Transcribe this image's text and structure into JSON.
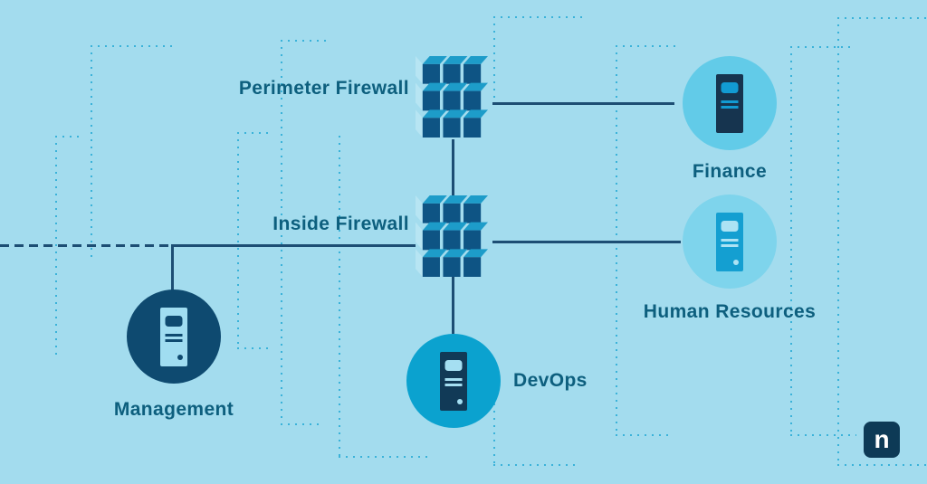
{
  "nodes": {
    "perimeter_firewall": {
      "label": "Perimeter Firewall",
      "type": "firewall"
    },
    "inside_firewall": {
      "label": "Inside Firewall",
      "type": "firewall"
    },
    "finance": {
      "label": "Finance",
      "type": "server"
    },
    "human_resources": {
      "label": "Human Resources",
      "type": "server"
    },
    "devops": {
      "label": "DevOps",
      "type": "server"
    },
    "management": {
      "label": "Management",
      "type": "server"
    }
  },
  "connections": [
    {
      "from": "perimeter_firewall",
      "to": "finance",
      "style": "solid"
    },
    {
      "from": "perimeter_firewall",
      "to": "inside_firewall",
      "style": "solid"
    },
    {
      "from": "inside_firewall",
      "to": "human_resources",
      "style": "solid"
    },
    {
      "from": "inside_firewall",
      "to": "devops",
      "style": "solid"
    },
    {
      "from": "inside_firewall",
      "to": "management",
      "style": "solid"
    },
    {
      "from": "management_trunk",
      "to": "left_edge",
      "style": "dashed"
    }
  ],
  "icons": {
    "firewall": "cube-wall-firewall-icon",
    "server": "server-tower-icon",
    "logo": "ninjaone-n-logo"
  },
  "logo": {
    "text": "n"
  },
  "colors": {
    "background": "#a3dcee",
    "connector_line": "#1d4e74",
    "dotted_guide": "#3ab2d9",
    "label_text": "#0d5f7e",
    "cube_front": "#0e5484",
    "cube_top": "#1d9cc9",
    "cube_side": "#b7e5f3",
    "finance_circle": "#62cbe8",
    "hr_circle": "#7ed4ec",
    "devops_circle": "#0ba2cf",
    "management_circle": "#0e4a70",
    "logo_background": "#0d3a56"
  }
}
